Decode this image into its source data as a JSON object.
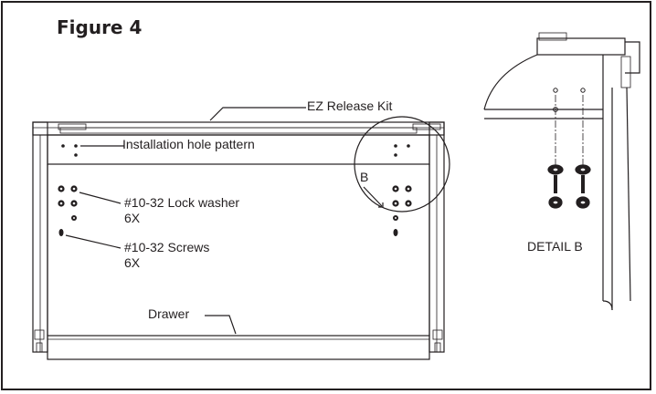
{
  "figure": {
    "title": "Figure 4"
  },
  "labels": {
    "ez_release_kit": "EZ Release Kit",
    "installation_hole_pattern": "Installation hole pattern",
    "lock_washer": "#10-32 Lock washer",
    "lock_washer_qty": "6X",
    "screws": "#10-32 Screws",
    "screws_qty": "6X",
    "drawer": "Drawer",
    "detail_callout": "B",
    "detail_title": "DETAIL  B"
  },
  "colors": {
    "line": "#231f20",
    "background": "#ffffff"
  }
}
